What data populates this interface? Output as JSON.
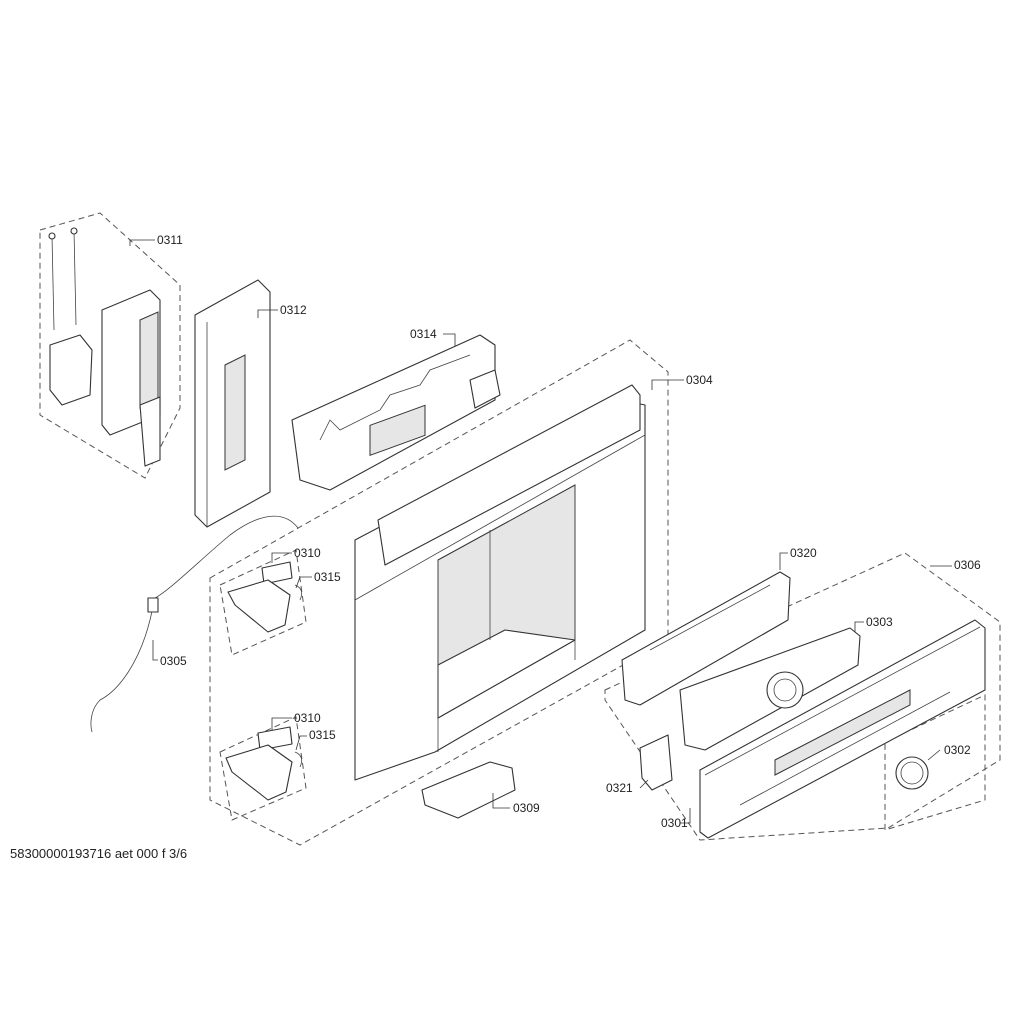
{
  "diagram": {
    "labels": {
      "p0311": "0311",
      "p0312": "0312",
      "p0314": "0314",
      "p0304": "0304",
      "p0310a": "0310",
      "p0315a": "0315",
      "p0305": "0305",
      "p0320": "0320",
      "p0306": "0306",
      "p0303": "0303",
      "p0310b": "0310",
      "p0315b": "0315",
      "p0302": "0302",
      "p0321": "0321",
      "p0309": "0309",
      "p0301": "0301"
    },
    "footer": "58300000193716 aet 000 f 3/6"
  }
}
